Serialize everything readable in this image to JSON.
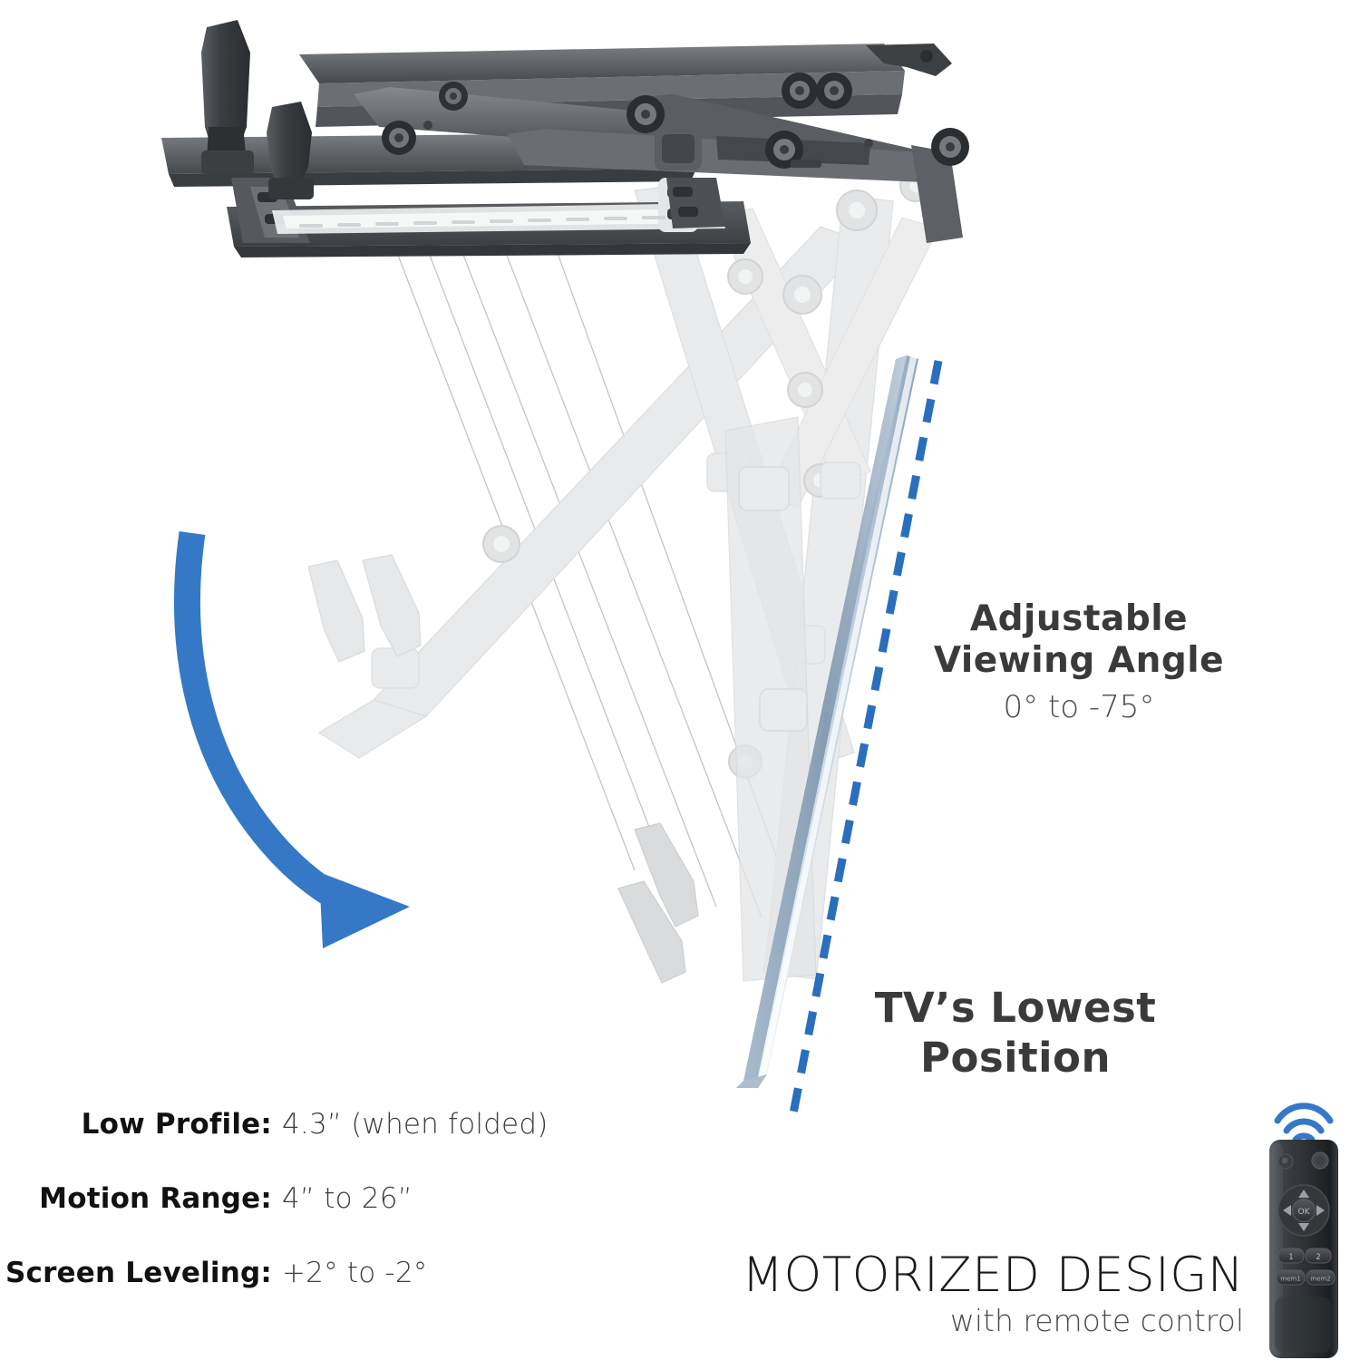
{
  "page": {
    "background": "#ffffff",
    "accent_blue": "#3579c6",
    "text_dark": "#3a3a3a",
    "text_black": "#111111"
  },
  "callouts": {
    "viewing_angle": {
      "title_line1": "Adjustable",
      "title_line2": "Viewing Angle",
      "value": "0° to -75°"
    },
    "lowest_position": {
      "title_line1": "TV’s Lowest",
      "title_line2": "Position"
    }
  },
  "specs": [
    {
      "label": "Low Profile:",
      "value": "4.3” (when folded)"
    },
    {
      "label": "Motion Range:",
      "value": "4” to 26”"
    },
    {
      "label": "Screen Leveling:",
      "value": "+2° to -2°"
    }
  ],
  "brand": {
    "title": "MOTORIZED DESIGN",
    "subtitle": "with remote control"
  },
  "remote": {
    "buttons": {
      "ok": "OK",
      "preset1": "1",
      "preset2": "2",
      "mem1": "mem1",
      "mem2": "mem2"
    }
  },
  "artwork": {
    "mount_color_dark": "#4a4d50",
    "mount_color_mid": "#5e6165",
    "mount_color_light": "#75787c",
    "ghost_color": "#e6e7e8",
    "tv_panel_color": "#c6d2de",
    "tv_edge_color": "#8fa6bd",
    "dashed_line_color": "#2a6fbd",
    "arrow_color": "#3579c6"
  }
}
